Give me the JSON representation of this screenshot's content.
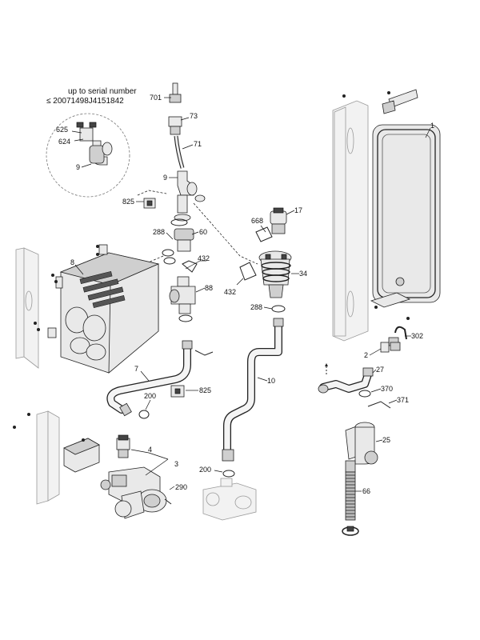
{
  "inset": {
    "note_line1": "up to serial number",
    "note_line2": "≤ 20071498J4151842",
    "callouts": [
      "625",
      "624",
      "9"
    ]
  },
  "callouts": {
    "c701": "701",
    "c73": "73",
    "c71": "71",
    "c9": "9",
    "c825a": "825",
    "c288a": "288",
    "c60": "60",
    "c8": "8",
    "c432a": "432",
    "c88": "88",
    "c7": "7",
    "c200a": "200",
    "c825b": "825",
    "c668": "668",
    "c17": "17",
    "c34": "34",
    "c432b": "432",
    "c288b": "288",
    "c10": "10",
    "c200b": "200",
    "c1": "1",
    "c302": "302",
    "c2": "2",
    "c27": "27",
    "c370": "370",
    "c371": "371",
    "c25": "25",
    "c66": "66",
    "c4": "4",
    "c3": "3",
    "c290": "290"
  }
}
